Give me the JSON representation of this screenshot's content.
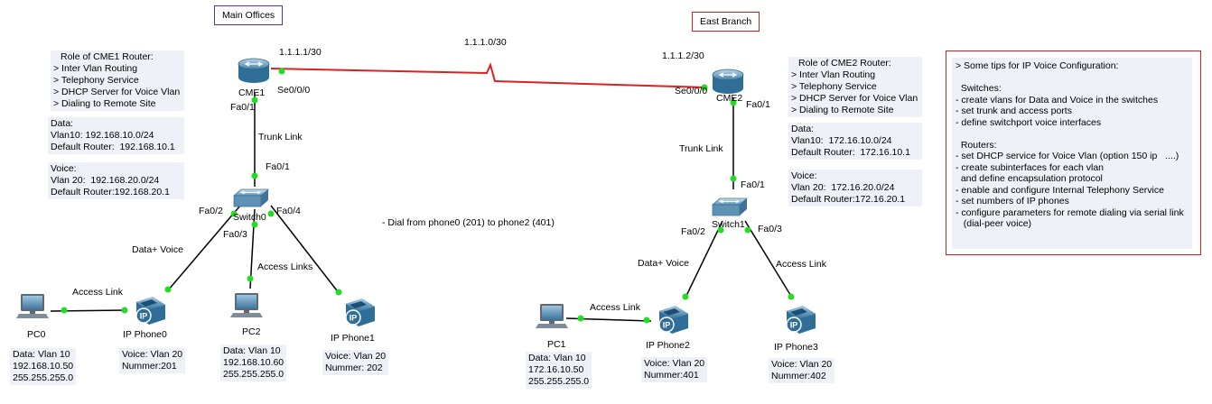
{
  "sites": [
    {
      "label": "Main Offices",
      "border_color": "#5b2fb0"
    },
    {
      "label": "East Branch",
      "border_color": "#cc2222"
    }
  ],
  "wan": {
    "network": "1.1.1.0/30",
    "cme1_ip": "1.1.1.1/30",
    "cme2_ip": "1.1.1.2/30",
    "link_color": "#e02020"
  },
  "devices": {
    "cme1": "CME1",
    "cme2": "CME2",
    "switch0": "Switch0",
    "switch1": "Switch1",
    "pc0": "PC0",
    "pc1": "PC1",
    "pc2": "PC2",
    "ip_phone0": "IP Phone0",
    "ip_phone1": "IP Phone1",
    "ip_phone2": "IP Phone2",
    "ip_phone3": "IP Phone3"
  },
  "ports": {
    "cme1_se": "Se0/0/0",
    "cme1_fa": "Fa0/1",
    "cme2_se": "Se0/0/0",
    "cme2_fa": "Fa0/1",
    "sw0_up": "Fa0/1",
    "sw0_left": "Fa0/2",
    "sw0_mid": "Fa0/3",
    "sw0_right": "Fa0/4",
    "sw1_up": "Fa0/1",
    "sw1_left": "Fa0/2",
    "sw1_right": "Fa0/3"
  },
  "links": {
    "trunk_left": "Trunk Link",
    "trunk_right": "Trunk Link",
    "data_voice_left": "Data+ Voice",
    "data_voice_right": "Data+ Voice",
    "access_pc0": "Access Link",
    "access_links_mid": "Access Links",
    "access_pc1": "Access Link",
    "access_phone3": "Access Link",
    "link_color": "#000000",
    "port_color": "#22dd22"
  },
  "dial_note": "- Dial from phone0 (201) to phone2 (401)",
  "notes": {
    "cme1_role": [
      "Role of CME1 Router:",
      "> Inter Vlan Routing",
      "> Telephony Service",
      "> DHCP Server for Voice Vlan",
      "> Dialing to Remote Site"
    ],
    "cme1_data": [
      "Data:",
      "Vlan10: 192.168.10.0/24",
      "Default Router:  192.168.10.1"
    ],
    "cme1_voice": [
      "Voice:",
      "Vlan 20:  192.168.20.0/24",
      "Default Router:192.168.20.1"
    ],
    "cme2_role": [
      "Role of CME2 Router:",
      "> Inter Vlan Routing",
      "> Telephony Service",
      "> DHCP Server for Voice Vlan",
      "> Dialing to Remote Site"
    ],
    "cme2_data": [
      "Data:",
      "Vlan10:  172.16.10.0/24",
      "Default Router:  172.16.10.1"
    ],
    "cme2_voice": [
      "Voice:",
      "Vlan 20:  172.16.20.0/24",
      "Default Router:172.16.20.1"
    ]
  },
  "device_info": {
    "pc0": [
      "Data: Vlan 10",
      "192.168.10.50",
      "255.255.255.0"
    ],
    "pc2": [
      "Data: Vlan 10",
      "192.168.10.60",
      "255.255.255.0"
    ],
    "pc1": [
      "Data: Vlan 10",
      "172.16.10.50",
      "255.255.255.0"
    ],
    "ip_phone0": [
      "Voice: Vlan 20",
      "Nummer:201"
    ],
    "ip_phone1": [
      "Voice: Vlan 20",
      "Nummer: 202"
    ],
    "ip_phone2": [
      "Voice: Vlan 20",
      "Nummer:401"
    ],
    "ip_phone3": [
      "Voice: Vlan 20",
      "Nummer:402"
    ]
  },
  "tips": {
    "border_color": "#cc2222",
    "lines": [
      "> Some tips for IP Voice Configuration:",
      "",
      "  Switches:",
      "- create vlans for Data and Voice in the switches",
      "- set trunk and access ports",
      "- define switchport voice interfaces",
      "",
      "  Routers:",
      "- set DHCP service for Voice Vlan (option 150 ip   ....)",
      "- create subinterfaces for each vlan",
      "  and define encapsulation protocol",
      "- enable and configure Internal Telephony Service",
      "- set numbers of IP phones",
      "- configure parameters for remote dialing via serial link",
      "   (dial-peer voice)"
    ]
  }
}
